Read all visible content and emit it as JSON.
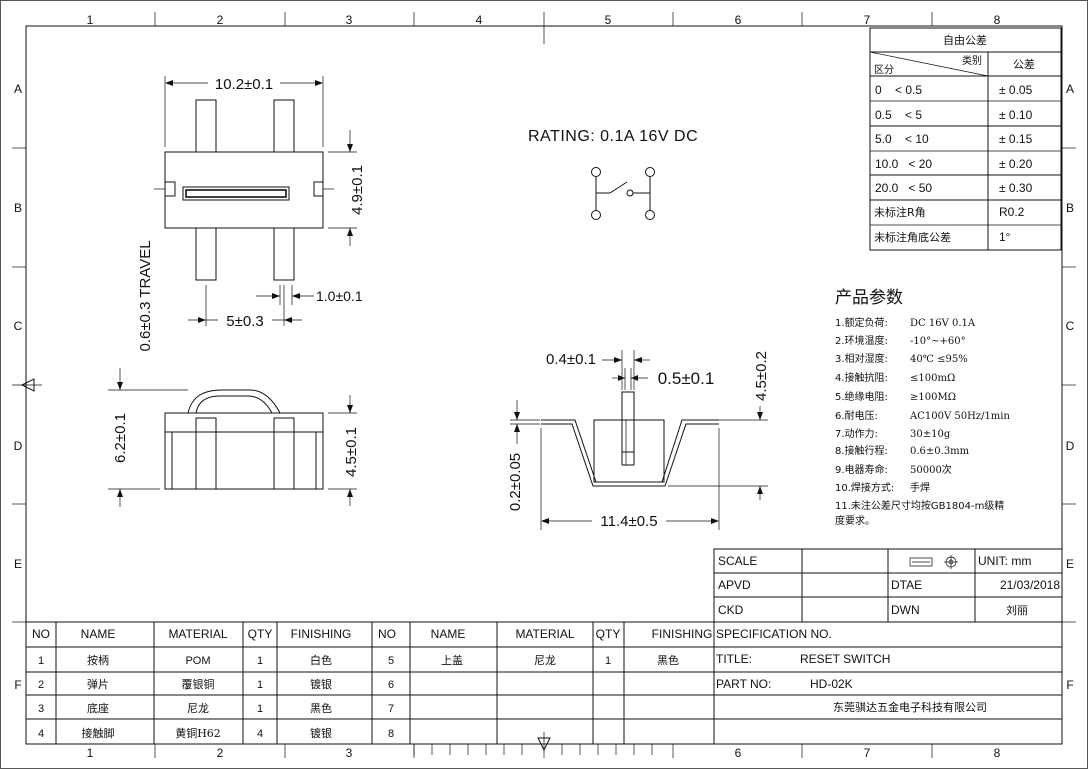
{
  "zones": {
    "columns": [
      "1",
      "2",
      "3",
      "4",
      "5",
      "6",
      "7",
      "8"
    ],
    "rows": [
      "A",
      "B",
      "C",
      "D",
      "E",
      "F"
    ]
  },
  "tolerance_table": {
    "title": "自由公差",
    "header_category": "类别",
    "header_range": "区分",
    "header_tolerance": "公差",
    "rows": [
      {
        "range": "0    < 0.5",
        "tol": "± 0.05"
      },
      {
        "range": "0.5    < 5",
        "tol": "± 0.10"
      },
      {
        "range": "5.0    < 10",
        "tol": "± 0.15"
      },
      {
        "range": "10.0   < 20",
        "tol": "± 0.20"
      },
      {
        "range": "20.0   < 50",
        "tol": "± 0.30"
      },
      {
        "range": "未标注R角",
        "tol": "R0.2"
      },
      {
        "range": "未标注角底公差",
        "tol": "1°"
      }
    ]
  },
  "rating": "RATING: 0.1A 16V DC",
  "dimensions": {
    "top_width": "10.2±0.1",
    "top_height": "4.9±0.1",
    "travel": "0.6±0.3 TRAVEL",
    "pin_width": "1.0±0.1",
    "pin_pitch": "5±0.3",
    "side_total": "6.2±0.1",
    "side_body": "4.5±0.1",
    "sec_top": "0.4±0.1",
    "sec_slot": "0.5±0.1",
    "sec_height": "4.5±0.2",
    "sec_thick": "0.2±0.05",
    "sec_width": "11.4±0.5"
  },
  "params": {
    "title": "产品参数",
    "items": [
      {
        "label": "1.额定负荷:",
        "value": "DC 16V 0.1A"
      },
      {
        "label": "2.环境温度:",
        "value": "-10°~+60°"
      },
      {
        "label": "3.相对湿度:",
        "value": "40℃ ≤95%"
      },
      {
        "label": "4.接触抗阻:",
        "value": "≤100mΩ"
      },
      {
        "label": "5.绝缘电阻:",
        "value": "≥100MΩ"
      },
      {
        "label": "6.耐电压:",
        "value": "AC100V 50Hz/1min"
      },
      {
        "label": "7.动作力:",
        "value": "30±10g"
      },
      {
        "label": "8.接触行程:",
        "value": "0.6±0.3mm"
      },
      {
        "label": "9.电器寿命:",
        "value": "50000次"
      },
      {
        "label": "10.焊接方式:",
        "value": "手焊"
      },
      {
        "label": "11.未注公差尺寸均按GB1804-m级精",
        "value": ""
      },
      {
        "label": "度要求。",
        "value": ""
      }
    ]
  },
  "title_block": {
    "scale_label": "SCALE",
    "unit_label": "UNIT: mm",
    "apvd_label": "APVD",
    "date_label": "DTAE",
    "date_value": "21/03/2018",
    "ckd_label": "CKD",
    "dwn_label": "DWN",
    "dwn_value": "刘丽",
    "spec_label": "SPECIFICATION NO.",
    "title_label": "TITLE:",
    "title_value": "RESET SWITCH",
    "part_label": "PART NO:",
    "part_value": "HD-02K",
    "company": "东莞骐达五金电子科技有限公司"
  },
  "bom": {
    "headers": [
      "NO",
      "NAME",
      "MATERIAL",
      "QTY",
      "FINISHING"
    ],
    "left": [
      {
        "no": "1",
        "name": "按柄",
        "material": "POM",
        "qty": "1",
        "finishing": "白色"
      },
      {
        "no": "2",
        "name": "弹片",
        "material": "覆银铜",
        "qty": "1",
        "finishing": "镀银"
      },
      {
        "no": "3",
        "name": "底座",
        "material": "尼龙",
        "qty": "1",
        "finishing": "黑色"
      },
      {
        "no": "4",
        "name": "接触脚",
        "material": "黄铜H62",
        "qty": "4",
        "finishing": "镀银"
      }
    ],
    "right": [
      {
        "no": "5",
        "name": "上盖",
        "material": "尼龙",
        "qty": "1",
        "finishing": "黑色"
      },
      {
        "no": "6",
        "name": "",
        "material": "",
        "qty": "",
        "finishing": ""
      },
      {
        "no": "7",
        "name": "",
        "material": "",
        "qty": "",
        "finishing": ""
      },
      {
        "no": "8",
        "name": "",
        "material": "",
        "qty": "",
        "finishing": ""
      }
    ]
  }
}
